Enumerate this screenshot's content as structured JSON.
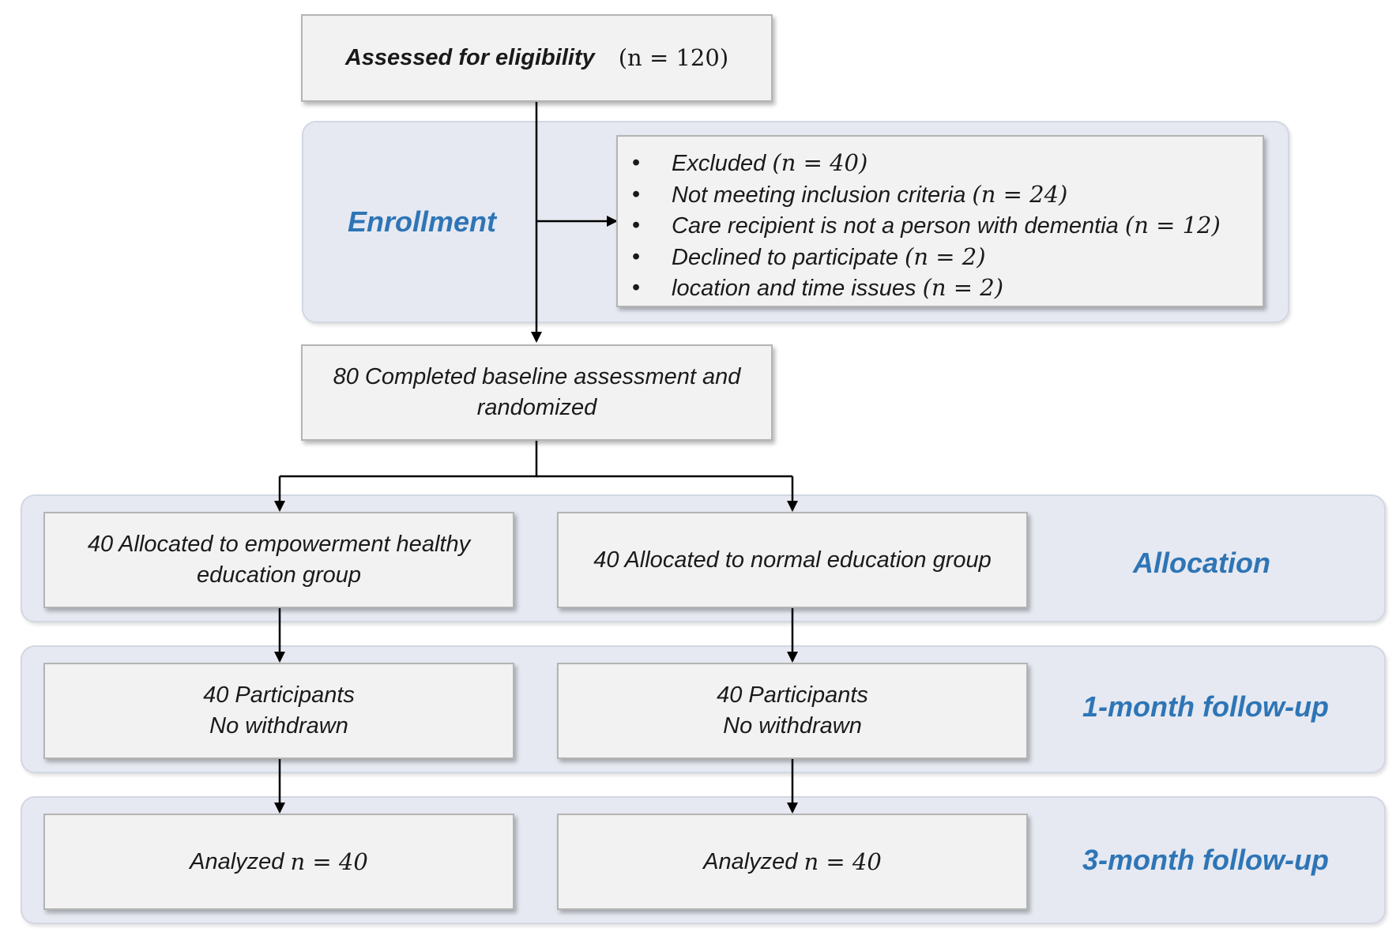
{
  "bands": {
    "enrollment": "Enrollment",
    "allocation": "Allocation",
    "followup1": "1-month follow-up",
    "followup3": "3-month follow-up"
  },
  "assessed": {
    "text": "Assessed for eligibility",
    "n": "(n = 120)"
  },
  "excluded": [
    {
      "text": "Excluded",
      "n": "(n = 40)"
    },
    {
      "text": "Not meeting inclusion criteria",
      "n": "(n = 24)"
    },
    {
      "text": "Care recipient is not a person with dementia",
      "n": "(n = 12)"
    },
    {
      "text": "Declined to participate",
      "n": "(n = 2)"
    },
    {
      "text": "location and time issues",
      "n": "(n = 2)"
    }
  ],
  "randomized": {
    "line1": "80 Completed baseline assessment and",
    "line2": "randomized"
  },
  "allocation": {
    "left": {
      "line1": "40 Allocated to empowerment healthy",
      "line2": "education group"
    },
    "right": "40 Allocated to normal education group"
  },
  "followup1": {
    "left": {
      "line1": "40 Participants",
      "line2": "No withdrawn"
    },
    "right": {
      "line1": "40 Participants",
      "line2": "No withdrawn"
    }
  },
  "followup3": {
    "left": {
      "text": "Analyzed",
      "n": "n = 40"
    },
    "right": {
      "text": "Analyzed",
      "n": "n = 40"
    }
  }
}
